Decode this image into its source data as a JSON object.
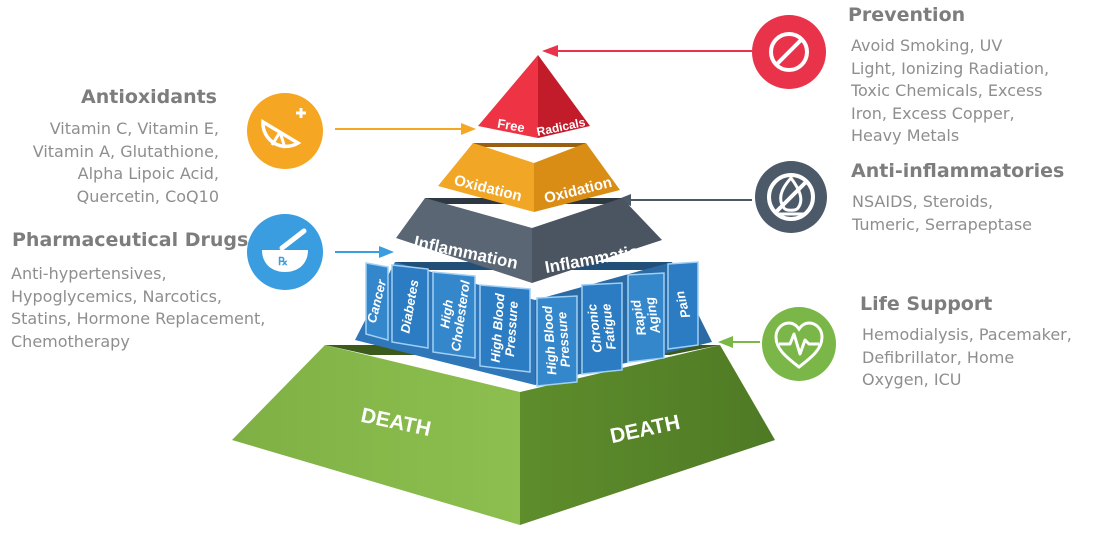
{
  "pyramid": {
    "top_label": [
      "Free",
      "Radicals"
    ],
    "level2_label": "Oxidation",
    "level3_label": "Inflammation",
    "diseases": [
      "Cancer",
      "Diabetes",
      "High Cholesterol",
      "High Blood Pressure",
      "High Blood Pressure",
      "Chronic Fatigue",
      "Rapid Aging",
      "Pain"
    ],
    "base_label": "DEATH"
  },
  "callouts": {
    "prevention": {
      "title": "Prevention",
      "lines": [
        "Avoid Smoking, UV",
        "Light, Ionizing Radiation,",
        "Toxic Chemicals, Excess",
        "Iron, Excess Copper,",
        "Heavy Metals"
      ],
      "icon": "no-entry-icon",
      "color": "#e8334a"
    },
    "antioxidants": {
      "title": "Antioxidants",
      "lines": [
        "Vitamin C, Vitamin E,",
        "Vitamin A, Glutathione,",
        "Alpha Lipoic Acid,",
        "Quercetin, CoQ10"
      ],
      "icon": "citrus-slice-icon",
      "color": "#f5a623"
    },
    "anti_inflammatories": {
      "title": "Anti-inflammatories",
      "lines": [
        "NSAIDS, Steroids,",
        "Tumeric, Serrapeptase"
      ],
      "icon": "no-fire-icon",
      "color": "#4b5968"
    },
    "pharmaceutical": {
      "title": "Pharmaceutical Drugs",
      "lines": [
        "Anti-hypertensives,",
        "Hypoglycemics, Narcotics,",
        "Statins, Hormone Replacement,",
        "Chemotherapy"
      ],
      "icon": "mortar-pestle-icon",
      "color": "#3a9de0"
    },
    "life_support": {
      "title": "Life Support",
      "lines": [
        "Hemodialysis, Pacemaker,",
        "Defibrillator, Home",
        "Oxygen, ICU"
      ],
      "icon": "heart-monitor-icon",
      "color": "#7ab648"
    }
  }
}
